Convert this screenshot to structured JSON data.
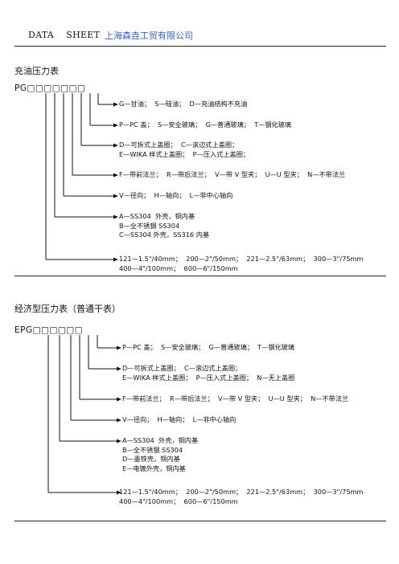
{
  "header": {
    "left": "DATA    SHEET",
    "right": "上海森垚工贸有限公司"
  },
  "section1": {
    "title": "充油压力表",
    "code": "PG□□□□□□□",
    "options": [
      [
        "G—甘油；  S—硅油；  D—充油结构不充油"
      ],
      [
        "P—PC 盖；  S—安全玻璃；  G—普通玻璃；  T—钢化玻璃"
      ],
      [
        "D—可拆式上盖圈；  C—滚边式上盖圈；",
        "E—WIKA 样式上盖圈；  P—压入式上盖圈；"
      ],
      [
        "F—带前法兰；  R—带后法兰；  V—带 V 型夹；  U—U 型夹；  N—不带法兰"
      ],
      [
        "V—径向；  H—轴向；  L—非中心轴向"
      ],
      [
        "A—SS304  外壳，铜内基",
        "B—全不锈钢 SS304",
        "C—SS304 外壳，SS316 内基"
      ],
      [
        "121—1.5\"/40mm；  200—2\"/50mm；  221—2.5\"/63mm；  300—3\"/75mm",
        "400—4\"/100mm；  600—6\"/150mm"
      ]
    ]
  },
  "section2": {
    "title": "经济型压力表（普通干表）",
    "code": "EPG□□□□□□",
    "options": [
      [
        "P—PC 盖；  S—安全玻璃；  G—普通玻璃；  T—钢化玻璃"
      ],
      [
        "D—可拆式上盖圈；  C—滚边式上盖圈；",
        "E—WIKA 样式上盖圈；  P—压入式上盖圈；  N—无上盖圈"
      ],
      [
        "F—带前法兰；  R—带后法兰；  V—带 V 型夹；  U—U 型夹；  N—不带法兰"
      ],
      [
        "V—径向；  H—轴向；  L—非中心轴向"
      ],
      [
        "A—SS304  外壳，铜内基",
        "B—全不锈钢 SS304",
        "D—墨铁壳，铜内基",
        "E—电镀外壳，铜内基"
      ],
      [
        "121—1.5\"/40mm；  200—2\"/50mm；  221—2.5\"/63mm；  300—3\"/75mm",
        "400—4\"/100mm；  600—6\"/150mm"
      ]
    ]
  }
}
